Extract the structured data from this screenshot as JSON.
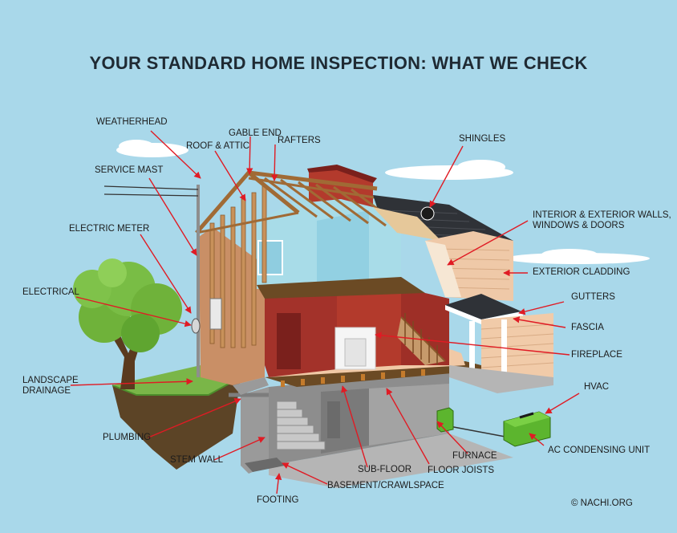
{
  "title": "YOUR STANDARD HOME INSPECTION: WHAT WE CHECK",
  "credit": "© NACHI.ORG",
  "colors": {
    "background": "#a9d8ea",
    "pointer": "#e01b24",
    "text": "#1f2a33"
  },
  "labels": {
    "weatherhead": "WEATHERHEAD",
    "gable_end": "GABLE END",
    "roof_attic": "ROOF & ATTIC",
    "rafters": "RAFTERS",
    "shingles": "SHINGLES",
    "service_mast": "SERVICE MAST",
    "electric_meter": "ELECTRIC METER",
    "interior_exterior_walls_1": "INTERIOR & EXTERIOR WALLS,",
    "interior_exterior_walls_2": "WINDOWS & DOORS",
    "exterior_cladding": "EXTERIOR CLADDING",
    "electrical": "ELECTRICAL",
    "gutters": "GUTTERS",
    "fascia": "FASCIA",
    "fireplace": "FIREPLACE",
    "landscape_drainage_1": "LANDSCAPE",
    "landscape_drainage_2": "DRAINAGE",
    "hvac": "HVAC",
    "plumbing": "PLUMBING",
    "furnace": "FURNACE",
    "ac_condensing_unit": "AC CONDENSING UNIT",
    "stem_wall": "STEM WALL",
    "sub_floor": "SUB-FLOOR",
    "floor_joists": "FLOOR JOISTS",
    "basement_crawlspace": "BASEMENT/CRAWLSPACE",
    "footing": "FOOTING"
  }
}
